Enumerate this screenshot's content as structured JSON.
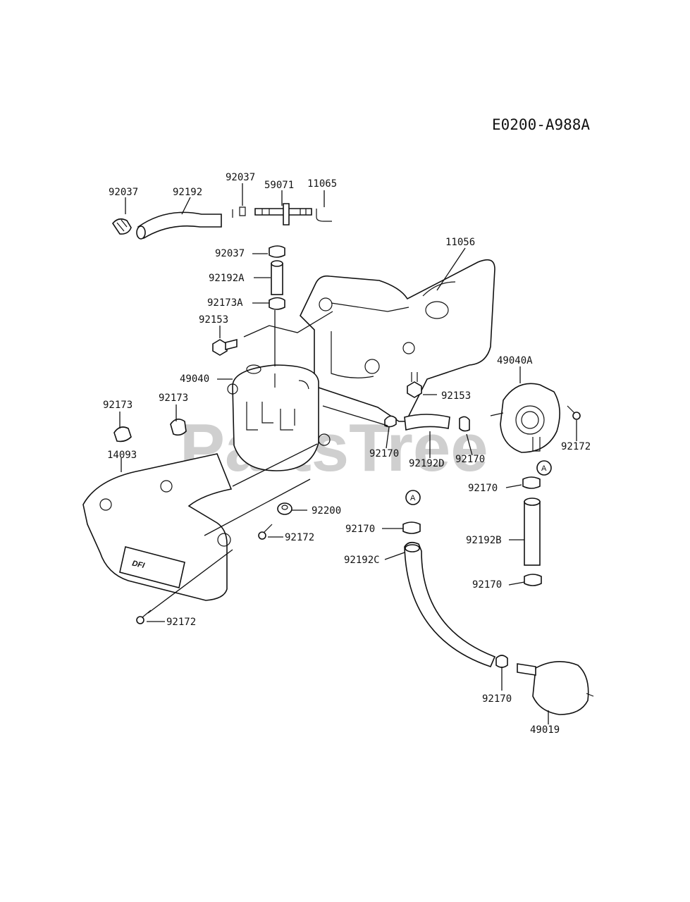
{
  "diagram_code": "E0200-A988A",
  "watermark": {
    "text": "PartsTree",
    "color": "#cfcfcf"
  },
  "reference_markers": [
    "A",
    "A"
  ],
  "dfi_label": "DFI",
  "callouts": [
    "92037",
    "92192",
    "92037",
    "59071",
    "11065",
    "92037",
    "92192A",
    "92173A",
    "92153",
    "11056",
    "49040",
    "92153",
    "49040A",
    "92173",
    "92173",
    "92170",
    "92192D",
    "92170",
    "92172",
    "14093",
    "92200",
    "92170",
    "92172",
    "92170",
    "92192B",
    "92192C",
    "92170",
    "92172",
    "92170",
    "49019"
  ]
}
